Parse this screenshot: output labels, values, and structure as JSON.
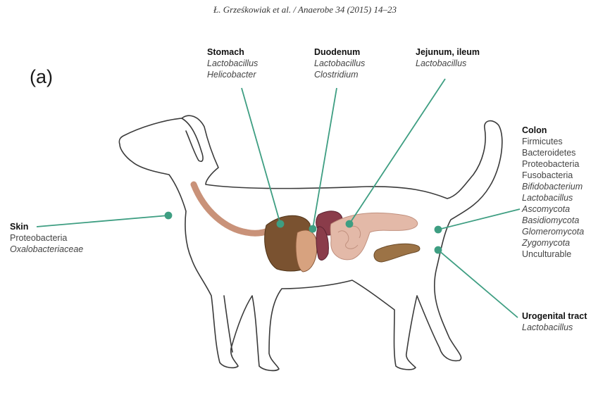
{
  "header": "Ł. Grześkowiak et al. / Anaerobe 34 (2015) 14–23",
  "panel": "(a)",
  "colors": {
    "leader": "#3e9e82",
    "outline": "#3a3a3a",
    "organ_brown": "#7a5230",
    "organ_pink": "#e3b9a8"
  },
  "labels": {
    "stomach": {
      "title": "Stomach",
      "items": [
        {
          "text": "Lactobacillus",
          "italic": true
        },
        {
          "text": "Helicobacter",
          "italic": true
        }
      ]
    },
    "duodenum": {
      "title": "Duodenum",
      "items": [
        {
          "text": "Lactobacillus",
          "italic": true
        },
        {
          "text": "Clostridium",
          "italic": true
        }
      ]
    },
    "jejunum": {
      "title": "Jejunum, ileum",
      "items": [
        {
          "text": "Lactobacillus",
          "italic": true
        }
      ]
    },
    "skin": {
      "title": "Skin",
      "items": [
        {
          "text": "Proteobacteria",
          "italic": false
        },
        {
          "text": "Oxalobacteriaceae",
          "italic": true
        }
      ]
    },
    "colon": {
      "title": "Colon",
      "items": [
        {
          "text": "Firmicutes",
          "italic": false
        },
        {
          "text": "Bacteroidetes",
          "italic": false
        },
        {
          "text": "Proteobacteria",
          "italic": false
        },
        {
          "text": "Fusobacteria",
          "italic": false
        },
        {
          "text": "Bifidobacterium",
          "italic": true
        },
        {
          "text": "Lactobacillus",
          "italic": true
        },
        {
          "text": "Ascomycota",
          "italic": true
        },
        {
          "text": "Basidiomycota",
          "italic": true
        },
        {
          "text": "Glomeromycota",
          "italic": true
        },
        {
          "text": "Zygomycota",
          "italic": true
        },
        {
          "text": "Unculturable",
          "italic": false
        }
      ]
    },
    "urogenital": {
      "title": "Urogenital tract",
      "items": [
        {
          "text": "Lactobacillus",
          "italic": true
        }
      ]
    }
  }
}
